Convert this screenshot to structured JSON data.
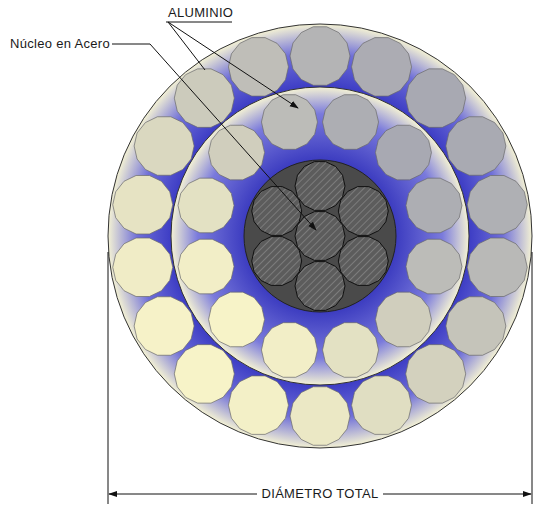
{
  "diagram": {
    "labels": [
      "ALUMINIO",
      "Núcleo en Acero",
      "DIÁMETRO TOTAL"
    ]
  }
}
